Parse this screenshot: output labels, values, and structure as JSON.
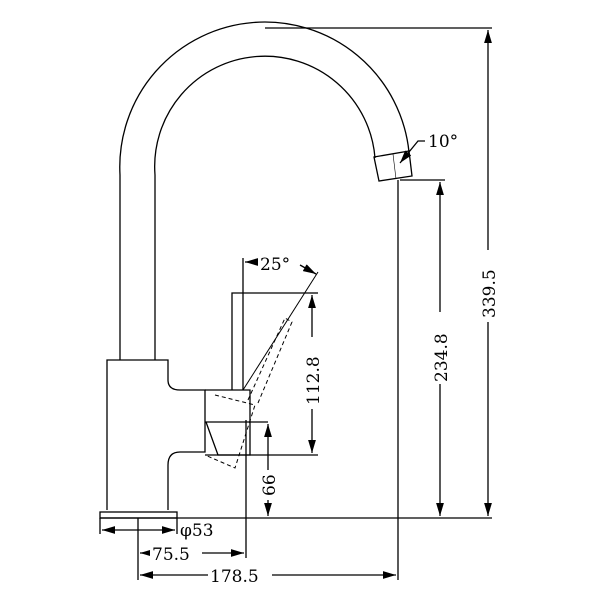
{
  "drawing": {
    "dimensions": {
      "total_height": "339.5",
      "spout_height": "234.8",
      "lever_height": "112.8",
      "handle_height": "66",
      "base_diameter": "φ53",
      "lever_reach": "75.5",
      "spout_reach": "178.5",
      "lever_angle": "25°",
      "aerator_angle": "10°"
    },
    "colors": {
      "line": "#000000",
      "background": "#ffffff"
    }
  }
}
